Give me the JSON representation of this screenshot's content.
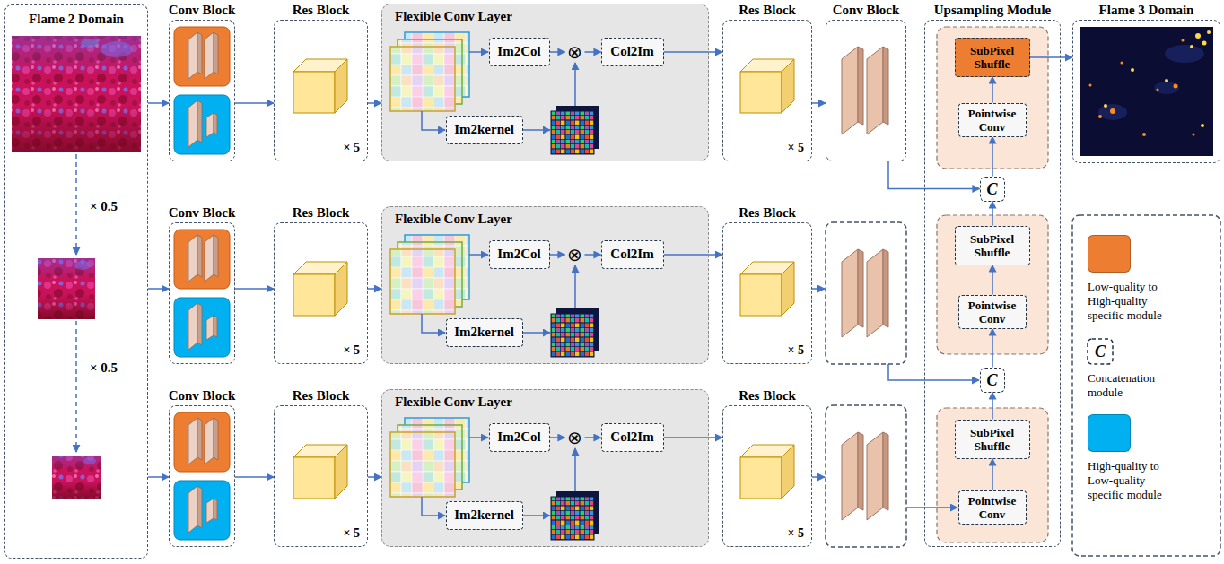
{
  "diagram": {
    "nodes": [
      {
        "text": [
          "Flame 2 Domain"
        ]
      },
      {
        "text": [
          "Conv Block"
        ]
      },
      {
        "text": [
          "Res Block",
          "× 5"
        ]
      },
      {
        "text": [
          "Flexible Conv Layer"
        ]
      },
      {
        "text": [
          "Im2Col"
        ],
        "in": 3
      },
      {
        "text": [
          "⊗"
        ],
        "in": 3
      },
      {
        "text": [
          "Col2Im"
        ],
        "in": 3
      },
      {
        "text": [
          "Im2kernel"
        ],
        "in": 3
      },
      {
        "text": [
          "Res Block",
          "× 5"
        ]
      },
      {
        "text": [
          "Conv Block"
        ]
      },
      {
        "text": [
          "Conv Block"
        ]
      },
      {
        "text": [
          "Res Block",
          "× 5"
        ]
      },
      {
        "text": [
          "Flexible Conv Layer"
        ]
      },
      {
        "text": [
          "Im2Col"
        ],
        "in": 12
      },
      {
        "text": [
          "⊗"
        ],
        "in": 12
      },
      {
        "text": [
          "Col2Im"
        ],
        "in": 12
      },
      {
        "text": [
          "Im2kernel"
        ],
        "in": 12
      },
      {
        "text": [
          "Res Block",
          "× 5"
        ]
      },
      {
        "text": [
          "Conv Block"
        ]
      },
      {
        "text": [
          "Res Block",
          "× 5"
        ]
      },
      {
        "text": [
          "Flexible Conv Layer"
        ]
      },
      {
        "text": [
          "Im2Col"
        ],
        "in": 20
      },
      {
        "text": [
          "⊗"
        ],
        "in": 20
      },
      {
        "text": [
          "Col2Im"
        ],
        "in": 20
      },
      {
        "text": [
          "Im2kernel"
        ],
        "in": 20
      },
      {
        "text": [
          "Res Block",
          "× 5"
        ]
      },
      {
        "text": [
          "Upsampling Module"
        ]
      },
      {
        "text": [
          "SubPixel Shuffle"
        ],
        "in": 26
      },
      {
        "text": [
          "Pointwise Conv"
        ],
        "in": 26
      },
      {
        "text": [
          "C"
        ],
        "in": 26
      },
      {
        "text": [
          "SubPixel Shuffle"
        ],
        "in": 26
      },
      {
        "text": [
          "Pointwise Conv"
        ],
        "in": 26
      },
      {
        "text": [
          "C"
        ],
        "in": 26
      },
      {
        "text": [
          "SubPixel Shuffle"
        ],
        "in": 26
      },
      {
        "text": [
          "Pointwise Conv"
        ],
        "in": 26
      },
      {
        "text": [
          "Flame 3 Domain"
        ]
      }
    ],
    "edges": [
      {
        "from": 0,
        "to": 1,
        "arrow": "to"
      },
      {
        "from": 0,
        "to": 10,
        "arrow": "to"
      },
      {
        "from": 0,
        "to": 18,
        "arrow": "to"
      },
      {
        "from": 1,
        "to": 2,
        "arrow": "to"
      },
      {
        "from": 2,
        "to": 3,
        "arrow": "to"
      },
      {
        "from": 4,
        "to": 5,
        "arrow": "to"
      },
      {
        "from": 5,
        "to": 6,
        "arrow": "to"
      },
      {
        "from": 6,
        "to": 8,
        "arrow": "to"
      },
      {
        "from": 8,
        "to": 9,
        "arrow": "to"
      },
      {
        "from": 10,
        "to": 11,
        "arrow": "to"
      },
      {
        "from": 11,
        "to": 12,
        "arrow": "to"
      },
      {
        "from": 13,
        "to": 14,
        "arrow": "to"
      },
      {
        "from": 14,
        "to": 15,
        "arrow": "to"
      },
      {
        "from": 15,
        "to": 17,
        "arrow": "to"
      },
      {
        "from": 18,
        "to": 19,
        "arrow": "to"
      },
      {
        "from": 19,
        "to": 20,
        "arrow": "to"
      },
      {
        "from": 21,
        "to": 22,
        "arrow": "to"
      },
      {
        "from": 22,
        "to": 23,
        "arrow": "to"
      },
      {
        "from": 23,
        "to": 25,
        "arrow": "to"
      },
      {
        "from": 9,
        "to": 29,
        "arrow": "to"
      },
      {
        "from": 34,
        "to": 33,
        "arrow": "to"
      },
      {
        "from": 33,
        "to": 32,
        "arrow": "to"
      },
      {
        "from": 32,
        "to": 31,
        "arrow": "to"
      },
      {
        "from": 31,
        "to": 30,
        "arrow": "to"
      },
      {
        "from": 30,
        "to": 29,
        "arrow": "to"
      },
      {
        "from": 29,
        "to": 28,
        "arrow": "to"
      },
      {
        "from": 28,
        "to": 27,
        "arrow": "to"
      },
      {
        "from": 27,
        "to": 35,
        "arrow": "to"
      }
    ],
    "labels": [
      "× 0.5",
      "× 0.5",
      "C"
    ],
    "legend": [
      {
        "text": "Low-quality to High-quality specific module",
        "color": "#ED7D31"
      },
      {
        "text": "Concatenation module"
      },
      {
        "text": "High-quality to Low-quality specific module",
        "color": "#00B0F0"
      }
    ]
  }
}
